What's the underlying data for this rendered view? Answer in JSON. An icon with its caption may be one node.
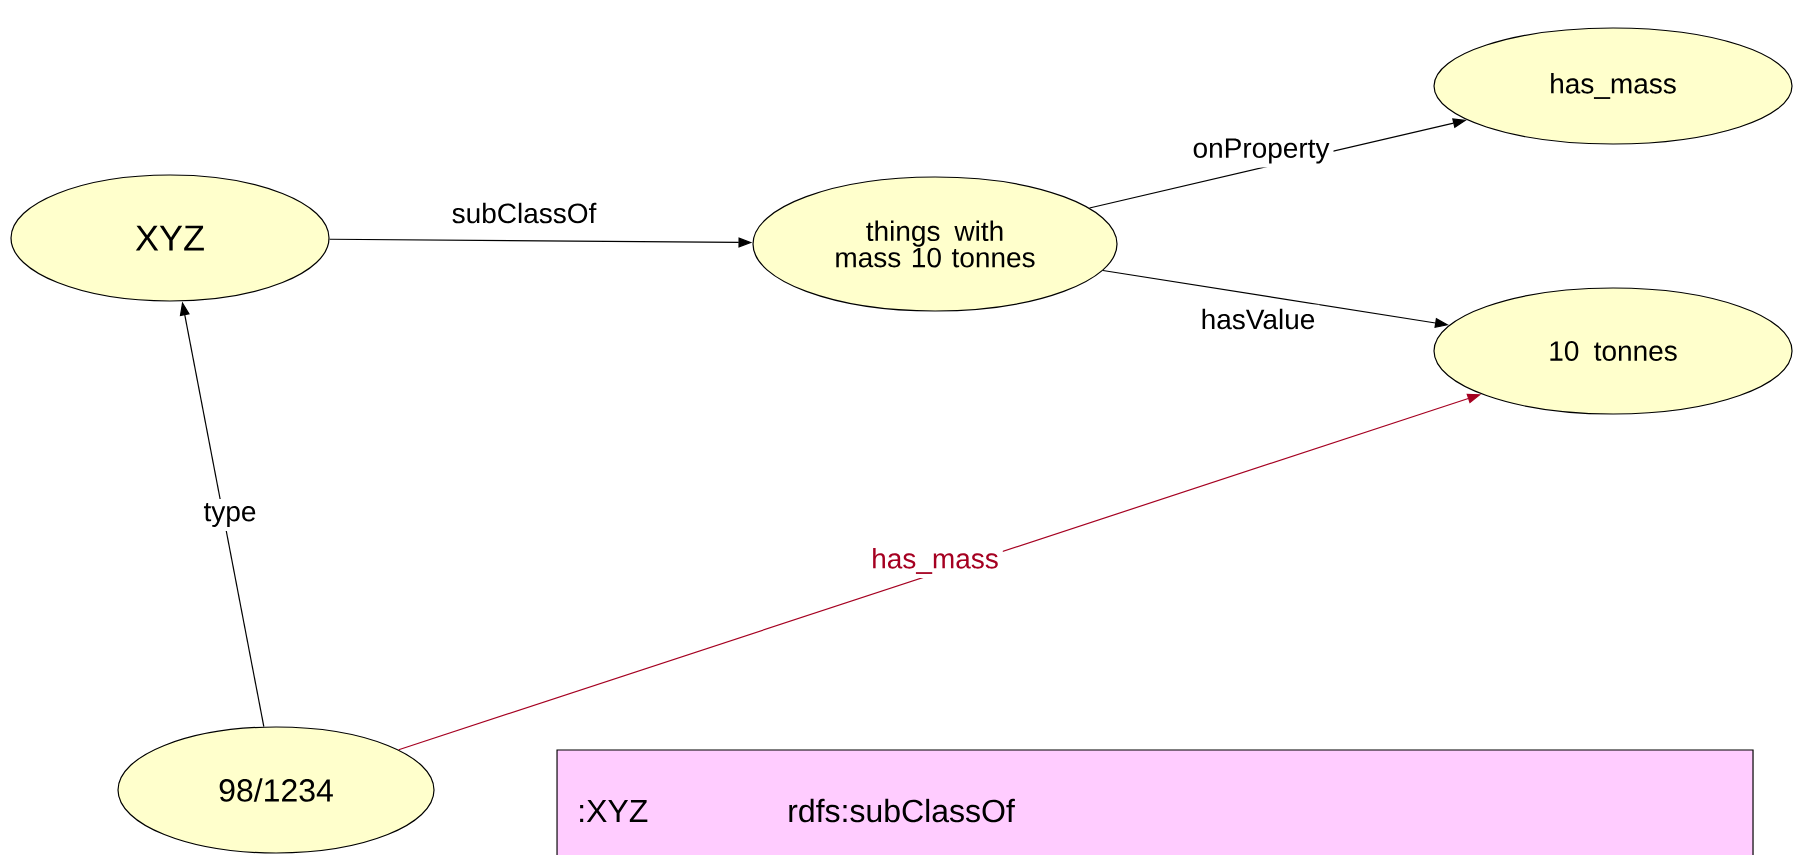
{
  "diagram": {
    "nodes": [
      {
        "text": [
          "XYZ"
        ]
      },
      {
        "text": [
          "things with mass 10 tonnes"
        ]
      },
      {
        "text": [
          "has_mass"
        ]
      },
      {
        "text": [
          "10 tonnes"
        ]
      },
      {
        "text": [
          "98/1234"
        ]
      },
      {
        "text": [
          ":XYZ",
          "rdfs:subClassOf"
        ]
      }
    ],
    "edges": [
      {
        "from": 0,
        "to": 1,
        "arrow": "to",
        "label": "subClassOf"
      },
      {
        "from": 1,
        "to": 2,
        "arrow": "to",
        "label": "onProperty"
      },
      {
        "from": 1,
        "to": 3,
        "arrow": "to",
        "label": "hasValue"
      },
      {
        "from": 4,
        "to": 0,
        "arrow": "to",
        "label": "type"
      },
      {
        "from": 4,
        "to": 3,
        "arrow": "to",
        "label": "has_mass",
        "color": "#a50021"
      }
    ]
  }
}
